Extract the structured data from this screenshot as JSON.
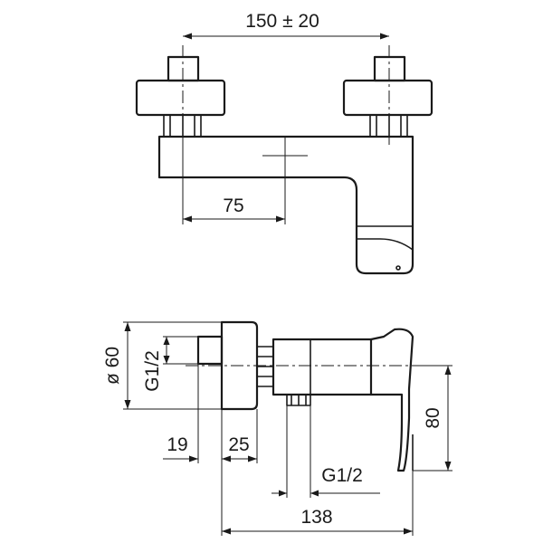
{
  "top_view": {
    "spacing_dimension": "150 ± 20",
    "offset_dimension": "75"
  },
  "side_view": {
    "flange_diameter": "ø 60",
    "inlet_thread": "G1/2",
    "outlet_thread": "G1/2",
    "dim_19": "19",
    "dim_25": "25",
    "dim_80": "80",
    "overall_depth": "138"
  }
}
